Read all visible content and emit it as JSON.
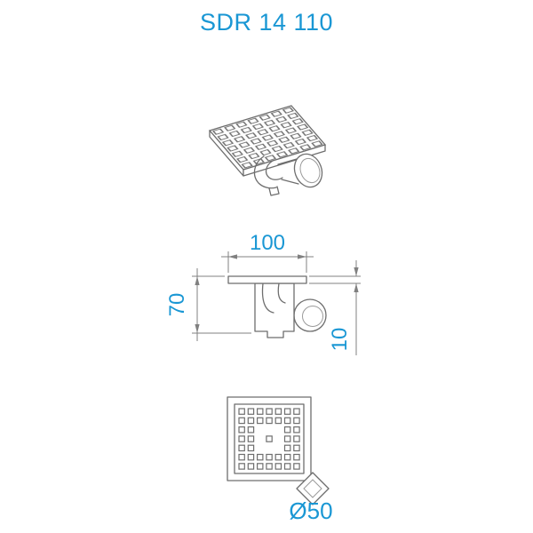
{
  "title": "SDR 14 110",
  "dimensions": {
    "width_top": "100",
    "height_left": "70",
    "thickness_right": "10",
    "outlet_diameter": "Ø50"
  },
  "colors": {
    "accent": "#1a97d4",
    "drawing_line": "#6e6e6e",
    "dimension_line": "#808080",
    "background": "#ffffff"
  }
}
